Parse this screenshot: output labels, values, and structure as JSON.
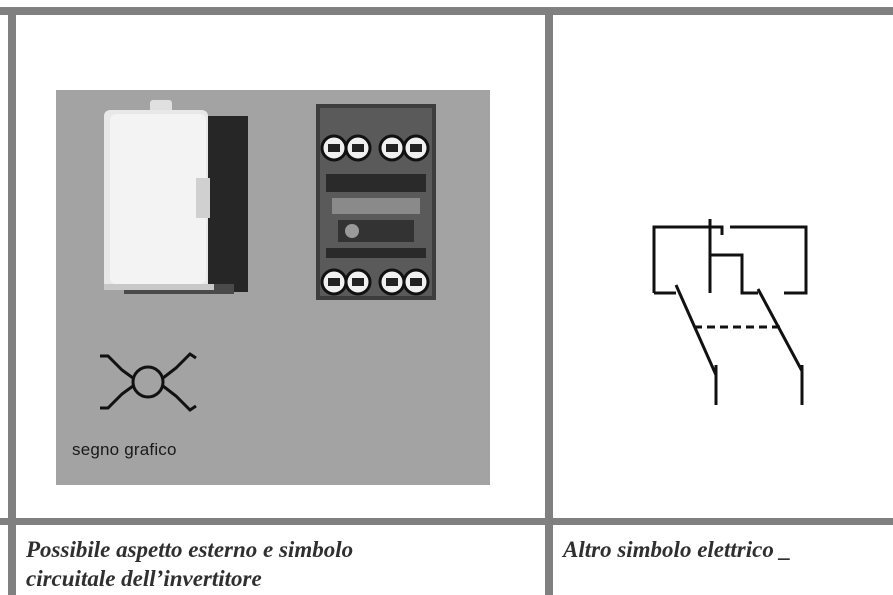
{
  "photo": {
    "graphic_sign_label": "segno grafico"
  },
  "captions": {
    "left_line1": "Possibile aspetto esterno e simbolo",
    "left_line2": "circuitale dell’invertitore",
    "right": "Altro simbolo elettrico _"
  },
  "colors": {
    "border": "#808080",
    "panel": "#a3a3a3",
    "caption_text": "#2f2f2f"
  },
  "icons": {
    "switch": "rocker-switch-icon",
    "terminals": "terminal-block-icon",
    "symbol": "inverter-symbol-icon",
    "alt_symbol": "double-switch-symbol-icon"
  }
}
